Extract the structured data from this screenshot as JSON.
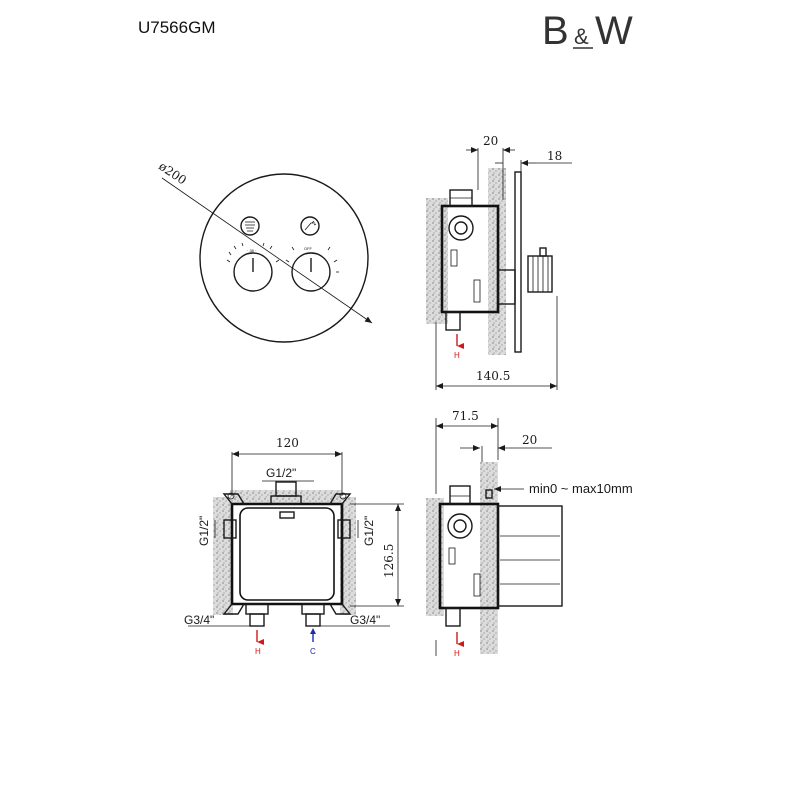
{
  "header": {
    "model_code": "U7566GM",
    "brand": "B&W"
  },
  "front_view": {
    "diameter_label": "ø200",
    "knob_left_scale": "· 38 ·",
    "knob_right_scale": "OFF"
  },
  "side_view_top": {
    "dim_depth_1": "20",
    "dim_depth_2": "18",
    "dim_total": "140.5",
    "hot_marker": "H"
  },
  "box_front_view": {
    "dim_width": "120",
    "dim_height": "126.5",
    "outlet_top": "G1/2\"",
    "outlet_left": "G1/2\"",
    "outlet_right": "G1/2\"",
    "inlet_left": "G3/4\"",
    "inlet_right": "G3/4\"",
    "hot_marker": "H",
    "cold_marker": "C"
  },
  "side_view_bottom": {
    "dim_depth": "71.5",
    "dim_wall": "20",
    "adjust_range": "min0 ~ max10mm"
  },
  "colors": {
    "line": "#1a1a1a",
    "hot": "#d01818",
    "cold": "#1a2fa8",
    "wall_fill": "#c8c8c8"
  }
}
